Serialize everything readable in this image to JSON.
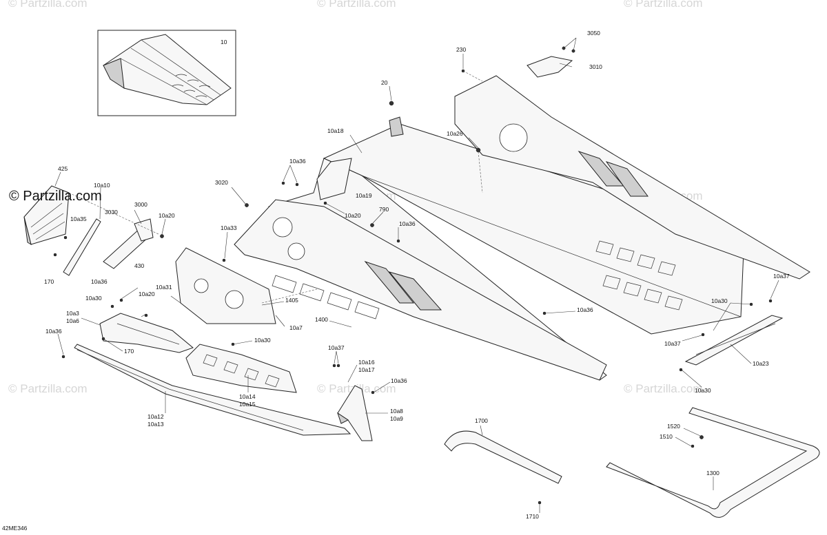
{
  "watermark": {
    "text": "© Partzilla.com"
  },
  "brand": {
    "text": "© Partzilla.com"
  },
  "diagram_code": "42ME346",
  "callouts": {
    "c10": "10",
    "c230": "230",
    "c3050": "3050",
    "c3010": "3010",
    "c20": "20",
    "c10a18": "10a18",
    "c10a26": "10a26",
    "c425": "425",
    "c10a10": "10a10",
    "c3030": "3030",
    "c3000": "3000",
    "c10a20_a": "10a20",
    "c10a35": "10a35",
    "c430": "430",
    "c170_a": "170",
    "c10a36_a": "10a36",
    "c3020": "3020",
    "c10a19": "10a19",
    "c10a20_b": "10a20",
    "c790": "790",
    "c10a36_b": "10a36",
    "c10a33": "10a33",
    "c10a36_c": "10a36",
    "c10a30_a": "10a30",
    "c10a20_c": "10a20",
    "c10a31": "10a31",
    "c1405": "1405",
    "c10a7": "10a7",
    "c10a3": "10a3",
    "c10a6": "10a6",
    "c1400": "1400",
    "c10a36_d": "10a36",
    "c10a36_e": "10a36",
    "c170_b": "170",
    "c10a30_b": "10a30",
    "c10a37_a": "10a37",
    "c10a16": "10a16",
    "c10a17": "10a17",
    "c10a36_f": "10a36",
    "c10a14": "10a14",
    "c10a15": "10a15",
    "c10a12": "10a12",
    "c10a13": "10a13",
    "c10a8": "10a8",
    "c10a9": "10a9",
    "c10a37_b": "10a37",
    "c10a30_c": "10a30",
    "c10a37_c": "10a37",
    "c10a23": "10a23",
    "c10a30_d": "10a30",
    "c1700": "1700",
    "c1710": "1710",
    "c1520": "1520",
    "c1510": "1510",
    "c1300": "1300"
  }
}
